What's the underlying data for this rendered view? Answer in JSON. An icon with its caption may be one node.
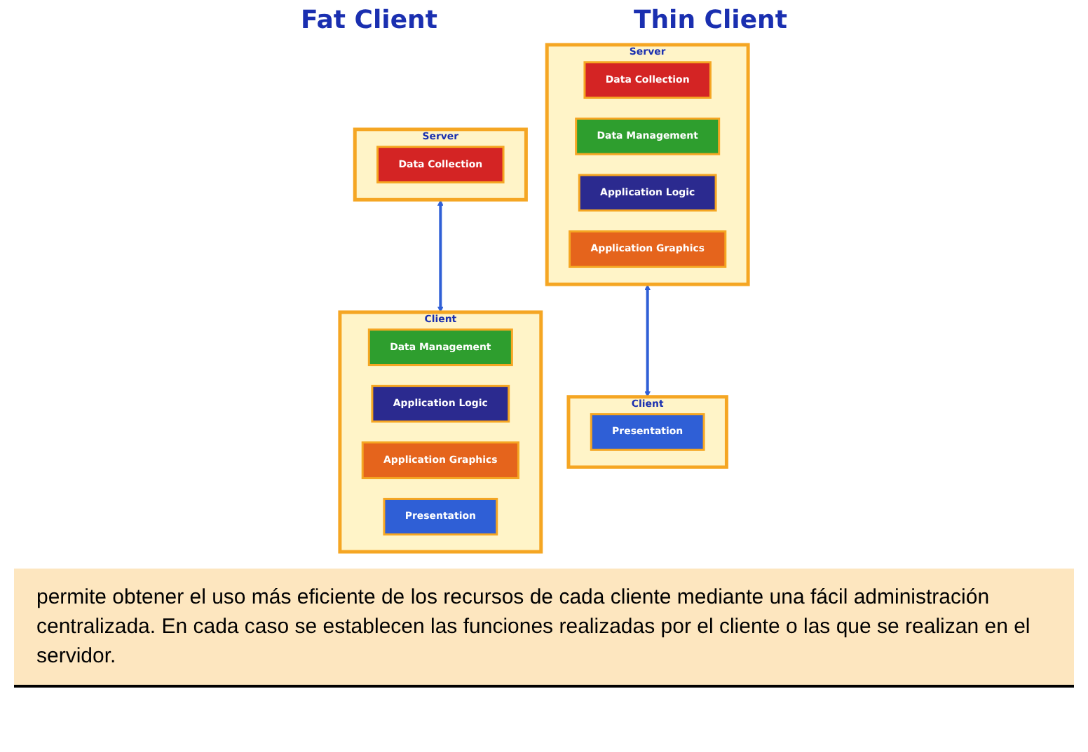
{
  "diagram": {
    "caption": "permite obtener el uso más eficiente de los recursos de cada cliente mediante una fácil administración centralizada. En cada caso se establecen las funciones realizadas por el cliente o las que se realizan en el servidor.",
    "nodes": [
      {
        "text": [
          "Server"
        ]
      },
      {
        "text": [
          "Data Collection"
        ],
        "in": 0
      },
      {
        "text": [
          "Data Management"
        ],
        "in": 0
      },
      {
        "text": [
          "Application Logic"
        ],
        "in": 0
      },
      {
        "text": [
          "Application Graphics"
        ],
        "in": 0
      },
      {
        "text": [
          "Client"
        ]
      },
      {
        "text": [
          "Presentation"
        ],
        "in": 5
      },
      {
        "text": [
          "Server"
        ]
      },
      {
        "text": [
          "Data Collection"
        ],
        "in": 7
      },
      {
        "text": [
          "Client"
        ]
      },
      {
        "text": [
          "Data Management"
        ],
        "in": 9
      },
      {
        "text": [
          "Application Logic"
        ],
        "in": 9
      },
      {
        "text": [
          "Application Graphics"
        ],
        "in": 9
      },
      {
        "text": [
          "Presentation"
        ],
        "in": 9
      }
    ],
    "edges": [
      {
        "from": 0,
        "to": 5,
        "arrow": "both"
      },
      {
        "from": 7,
        "to": 9,
        "arrow": "both"
      }
    ],
    "labels": [
      "Thin Client",
      "Fat Client"
    ]
  }
}
